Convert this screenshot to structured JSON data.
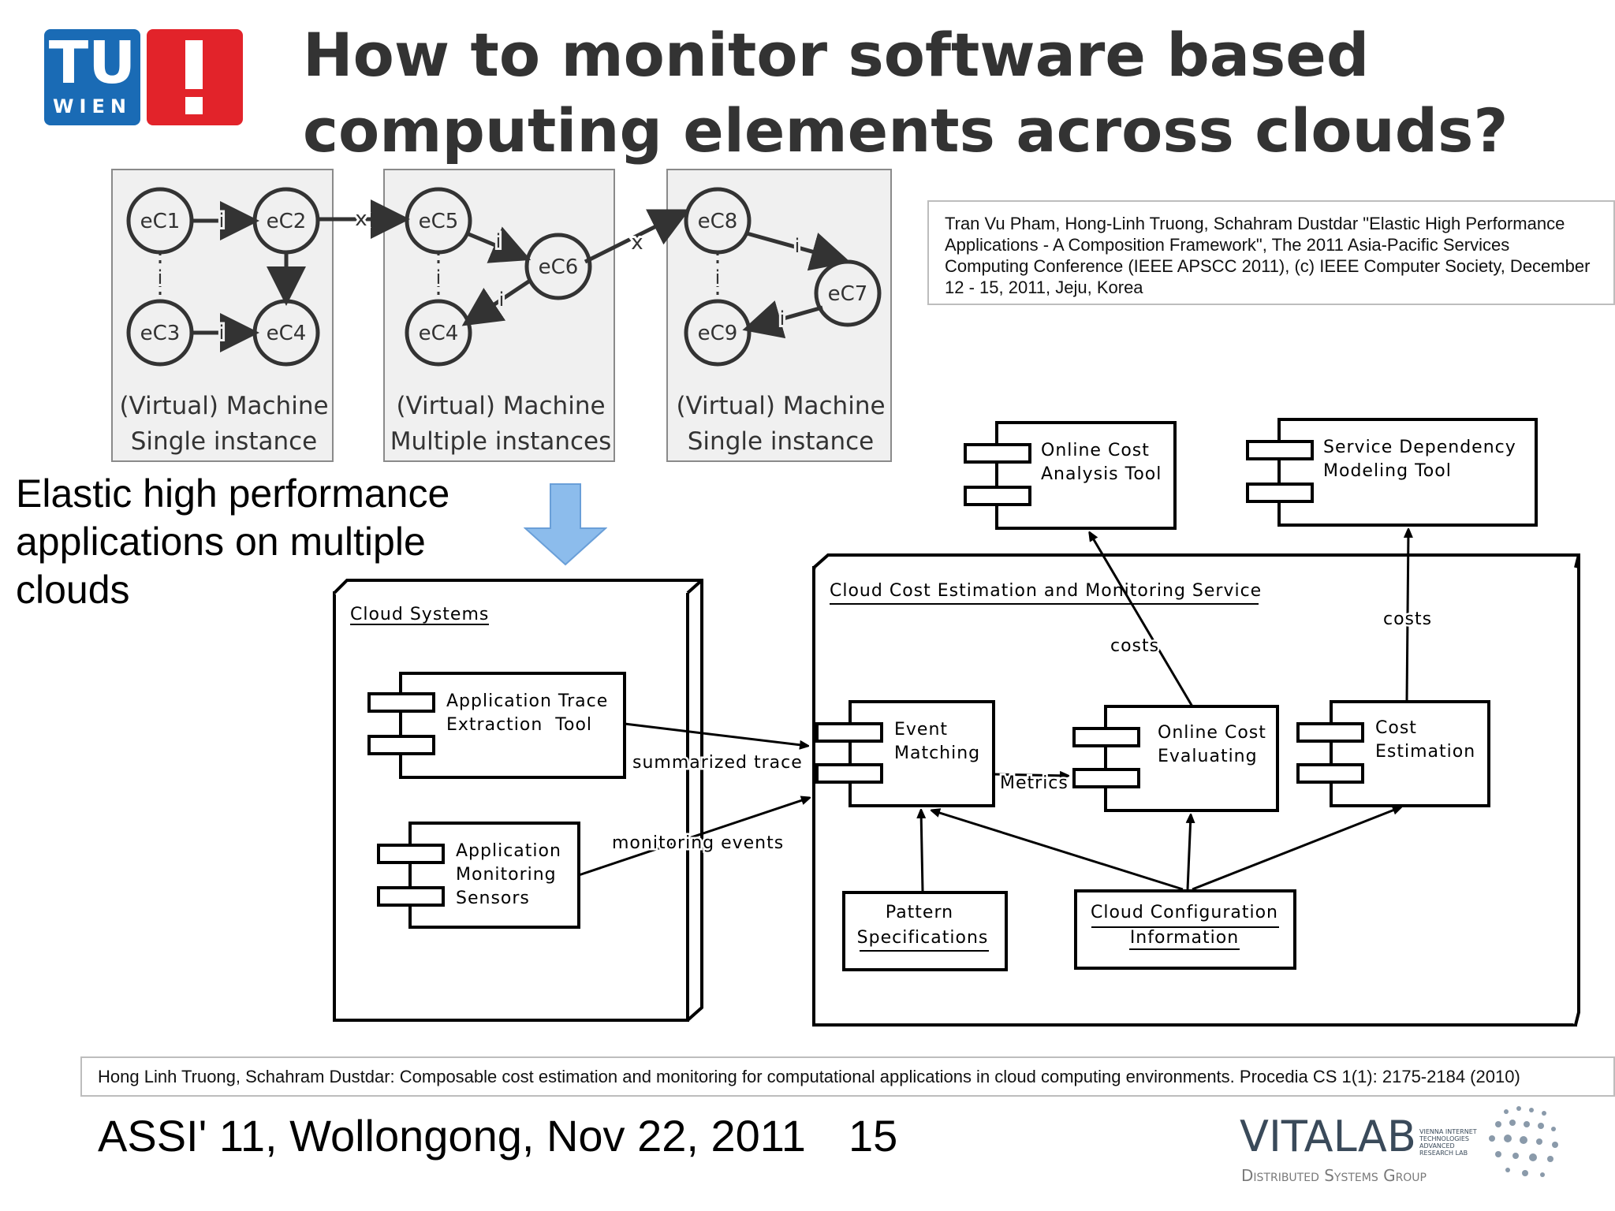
{
  "title": {
    "line1": "How to monitor software based",
    "line2": "computing elements across clouds?"
  },
  "logos": {
    "tu_text": "TU",
    "wien_text": "WIEN",
    "vitalab_text": "VITALAB",
    "vitalab_subtitle": "Distributed Systems Group",
    "vitalab_small": [
      "VIENNA INTERNET",
      "TECHNOLOGIES",
      "ADVANCED",
      "RESEARCH LAB"
    ],
    "tu_blue": "#1a6bb5",
    "tu_red": "#e2232a"
  },
  "citation_top": "Tran Vu Pham, Hong-Linh Truong, Schahram Dustdar \"Elastic High Performance Applications - A Composition Framework\", The 2011 Asia-Pacific Services Computing Conference (IEEE APSCC 2011), (c) IEEE Computer Society, December 12 - 15, 2011, Jeju, Korea",
  "citation_bottom": "Hong Linh Truong, Schahram Dustdar: Composable cost estimation and monitoring for computational applications in cloud computing environments. Procedia CS 1(1): 2175-2184 (2010)",
  "elastic_text": [
    "Elastic high performance",
    "applications on multiple",
    "clouds"
  ],
  "vm_panels": [
    {
      "line1": "(Virtual) Machine",
      "line2": "Single instance",
      "nodes": [
        "eC1",
        "eC2",
        "eC3",
        "eC4"
      ]
    },
    {
      "line1": "(Virtual) Machine",
      "line2": "Multiple instances",
      "nodes": [
        "eC5",
        "eC6",
        "eC4"
      ]
    },
    {
      "line1": "(Virtual) Machine",
      "line2": "Single instance",
      "nodes": [
        "eC8",
        "eC7",
        "eC9"
      ]
    }
  ],
  "edge_labels": {
    "internal": "i",
    "external": "x"
  },
  "architecture": {
    "cloud_systems": "Cloud Systems",
    "trace_tool": [
      "Application Trace",
      "Extraction  Tool"
    ],
    "sensors": [
      "Application",
      "Monitoring",
      "Sensors"
    ],
    "service": "Cloud Cost Estimation and Monitoring Service",
    "event_matching": [
      "Event",
      "Matching"
    ],
    "online_cost_eval": [
      "Online Cost",
      "Evaluating"
    ],
    "cost_estimation": [
      "Cost",
      "Estimation"
    ],
    "pattern_spec": [
      "Pattern",
      "Specifications"
    ],
    "cloud_config": [
      "Cloud Configuration",
      "Information"
    ],
    "online_cost_tool": [
      "Online Cost",
      "Analysis Tool"
    ],
    "dependency_tool": [
      "Service Dependency",
      "Modeling Tool"
    ],
    "labels": {
      "summarized_trace": "summarized trace",
      "monitoring_events": "monitoring events",
      "metrics": "Metrics",
      "costs": "costs"
    }
  },
  "footer": {
    "event": "ASSI' 11, Wollongong, Nov 22, 2011",
    "page": "15"
  }
}
